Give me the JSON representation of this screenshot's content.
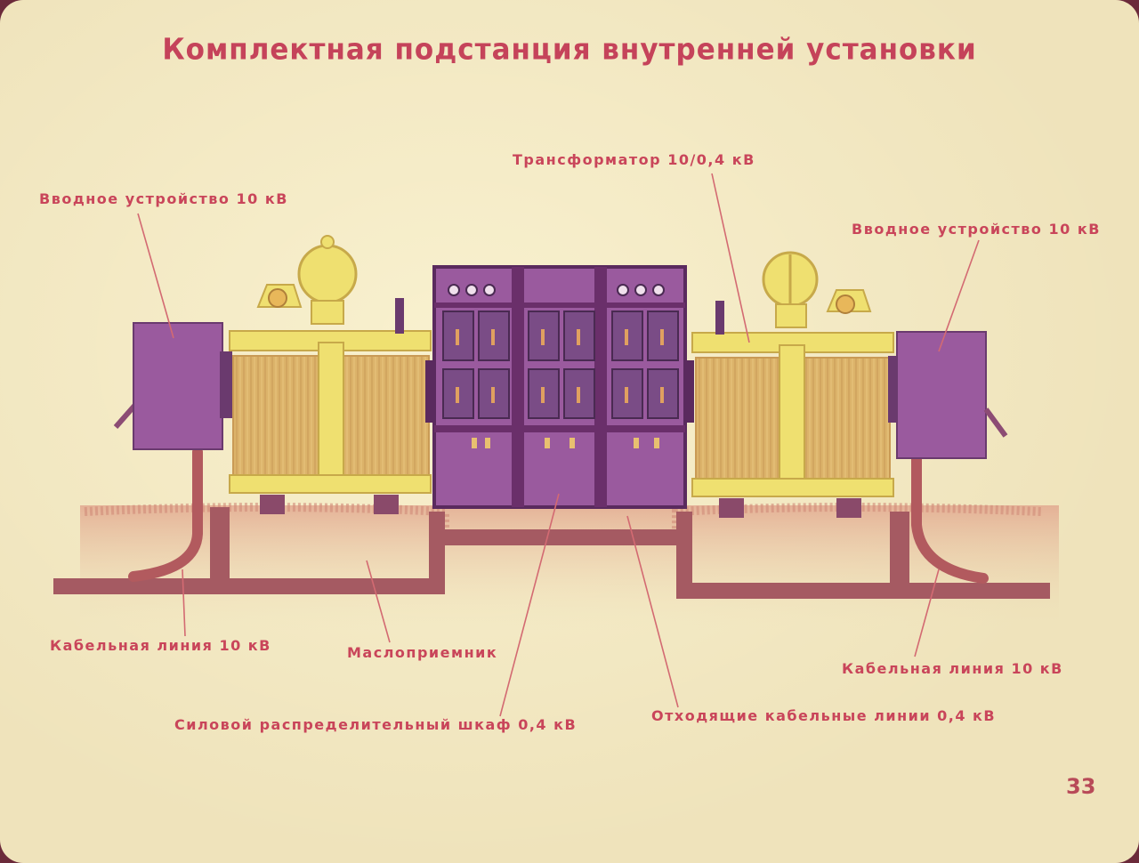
{
  "title": "Комплектная  подстанция  внутренней  установки",
  "page_number": "33",
  "labels": {
    "input_left": "Вводное устройство 10 кВ",
    "transformer": "Трансформатор 10/0,4 кВ",
    "input_right": "Вводное устройство 10 кВ",
    "cable_left": "Кабельная линия 10 кВ",
    "oil_receiver": "Маслоприемник",
    "cable_right": "Кабельная линия 10 кВ",
    "power_cabinet": "Силовой распределительный шкаф 0,4 кВ",
    "outgoing_cables": "Отходящие кабельные линии 0,4 кВ"
  },
  "colors": {
    "background": "#efe3bb",
    "label": "#c9455a",
    "purple_cabinet": "#9a5a9e",
    "transformer_body": "#e8c76e",
    "transformer_frame": "#efe070",
    "ground": "#e4b39a",
    "foundation": "#a55a62"
  }
}
